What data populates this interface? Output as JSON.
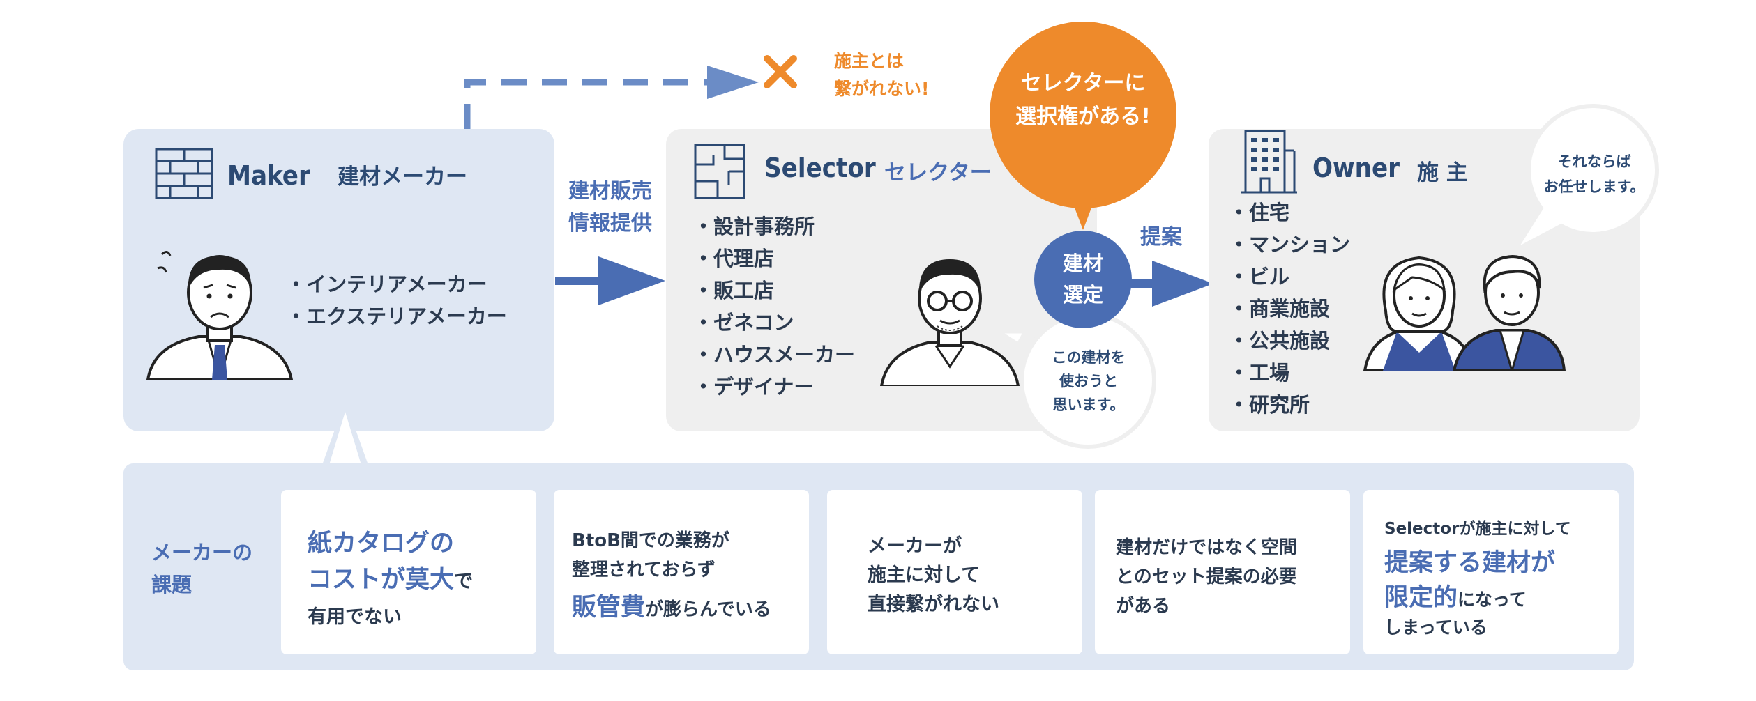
{
  "maker": {
    "name_en": "Maker",
    "name_ja": "建材メーカー",
    "items": [
      "インテリアメーカー",
      "エクステリアメーカー"
    ],
    "icon": "brick-wall-icon"
  },
  "selector": {
    "name_en": "Selector",
    "name_ja": "セレクター",
    "items": [
      "設計事務所",
      "代理店",
      "販工店",
      "ゼネコン",
      "ハウスメーカー",
      "デザイナー"
    ],
    "icon": "floor-plan-icon",
    "speech": [
      "この建材を",
      "使おうと",
      "思います。"
    ]
  },
  "owner": {
    "name_en": "Owner",
    "name_ja": "施 主",
    "items": [
      "住宅",
      "マンション",
      "ビル",
      "商業施設",
      "公共施設",
      "工場",
      "研究所"
    ],
    "icon": "building-icon",
    "speech": [
      "それならば",
      "お任せします。"
    ]
  },
  "flows": {
    "maker_to_selector": [
      "建材販売",
      "情報提供"
    ],
    "selector_to_owner": "提案",
    "blocked_note": [
      "施主とは",
      "繋がれない!"
    ]
  },
  "selection": {
    "badge": [
      "建材",
      "選定"
    ],
    "callout": [
      "セレクターに",
      "選択権がある!"
    ]
  },
  "issues": {
    "label": [
      "メーカーの",
      "課題"
    ],
    "card1": {
      "big1": "紙カタログの",
      "big2": "コストが莫大",
      "tail": "で",
      "line3": "有用でない"
    },
    "card2": {
      "line1": "BtoB間での業務が",
      "line2": "整理されておらず",
      "big": "販管費",
      "tail": "が膨らんでいる"
    },
    "card3": {
      "line1": "メーカーが",
      "line2": "施主に対して",
      "line3": "直接繋がれない"
    },
    "card4": {
      "line1": "建材だけではなく空間",
      "line2": "とのセット提案の必要",
      "line3": "がある"
    },
    "card5": {
      "line1": "Selectorが施主に対して",
      "big1": "提案する建材が",
      "big2": "限定的",
      "tail": "になって",
      "line4": "しまっている"
    }
  },
  "colors": {
    "accent_blue": "#4a6db3",
    "dark_navy": "#2c4a73",
    "orange": "#ee8a2b",
    "panel_blue": "#dfe7f3",
    "panel_gray": "#efefef"
  }
}
